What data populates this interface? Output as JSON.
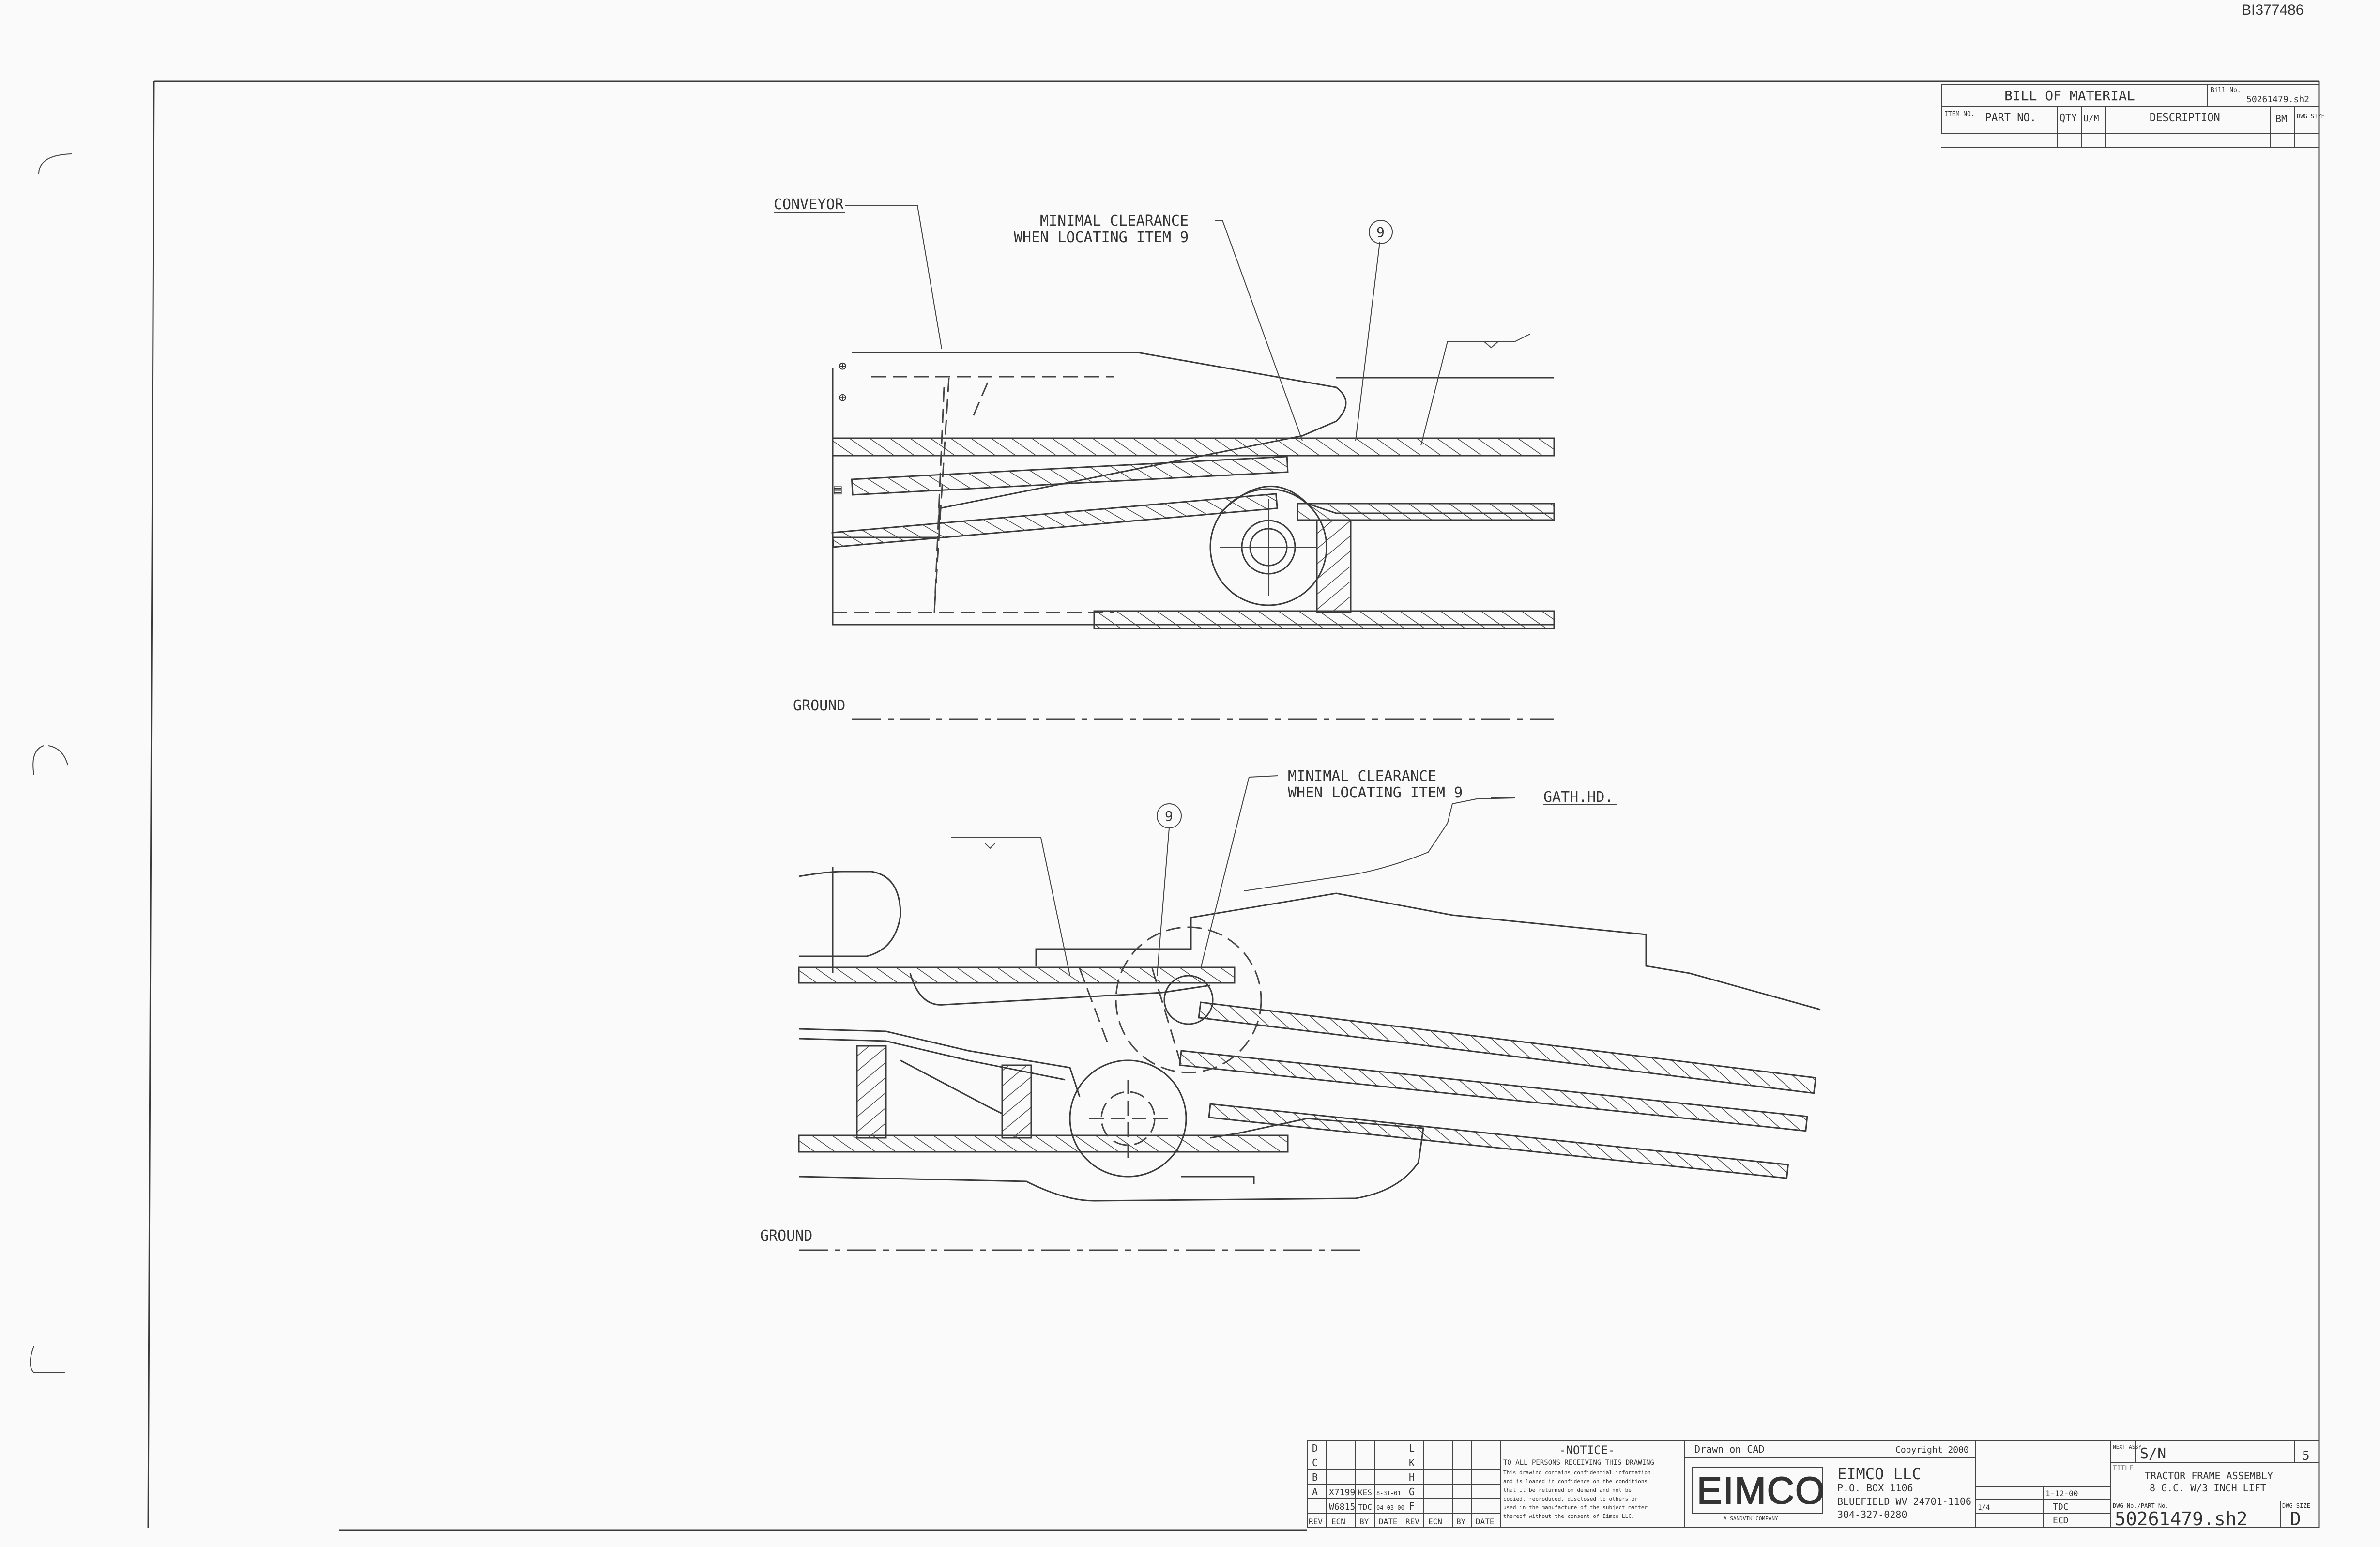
{
  "document_id": "BI377486",
  "bill_of_material": {
    "title": "BILL OF MATERIAL",
    "bill_no_label": "Bill No.",
    "bill_no": "50261479.sh2",
    "columns": [
      "ITEM NO.",
      "PART NO.",
      "QTY",
      "U/M",
      "DESCRIPTION",
      "BM",
      "DWG SIZE"
    ]
  },
  "top_view": {
    "conveyor_label": "CONVEYOR",
    "clearance_label_1": "MINIMAL CLEARANCE",
    "clearance_label_2": "WHEN LOCATING ITEM 9",
    "item_balloon": "9",
    "ground_label": "GROUND"
  },
  "bottom_view": {
    "clearance_label_1": "MINIMAL CLEARANCE",
    "clearance_label_2": "WHEN LOCATING ITEM 9",
    "item_balloon": "9",
    "gath_label": "GATH.HD.",
    "ground_label": "GROUND"
  },
  "title_block": {
    "rev_rows": [
      "D",
      "C",
      "B",
      "A"
    ],
    "rev_rows_right": [
      "L",
      "K",
      "H",
      "G",
      "F"
    ],
    "rev_a_entry": [
      "X7199",
      "KES",
      "8-31-01"
    ],
    "rev_0_entry": [
      "W6815",
      "TDC",
      "04-03-00"
    ],
    "rev_header": [
      "REV",
      "ECN",
      "BY",
      "DATE",
      "REV",
      "ECN",
      "BY",
      "DATE"
    ],
    "notice_title": "-NOTICE-",
    "notice_lines": [
      "TO ALL PERSONS RECEIVING THIS DRAWING",
      "This drawing contains confidential information",
      "and is loaned in confidence on the conditions",
      "that it be returned on demand and not be",
      "copied, reproduced, disclosed to others or",
      "used in the manufacture of the subject matter",
      "thereof without the consent of Eimco LLC."
    ],
    "drawn_on": "Drawn on CAD",
    "copyright": "Copyright 2000",
    "logo": "EIMCO",
    "logo_sub": "A SANDVIK COMPANY",
    "company": "EIMCO LLC",
    "address_1": "P.O. BOX 1106",
    "address_2": "BLUEFIELD WV 24701-1106",
    "phone": "304-327-0280",
    "assy_label": "NEXT ASSY.",
    "assy_value": "S/N",
    "sheet_value": "5",
    "title_label": "TITLE",
    "title_line_1": "TRACTOR FRAME ASSEMBLY",
    "title_line_2": "8 G.C. W/3 INCH LIFT",
    "scale": "1/4",
    "date": "1-12-00",
    "drawn_by": "TDC",
    "checked": "ECD",
    "dwg_no_label": "DWG No./PART No.",
    "dwg_no": "50261479.sh2",
    "size_label": "DWG SIZE",
    "size": "D"
  }
}
